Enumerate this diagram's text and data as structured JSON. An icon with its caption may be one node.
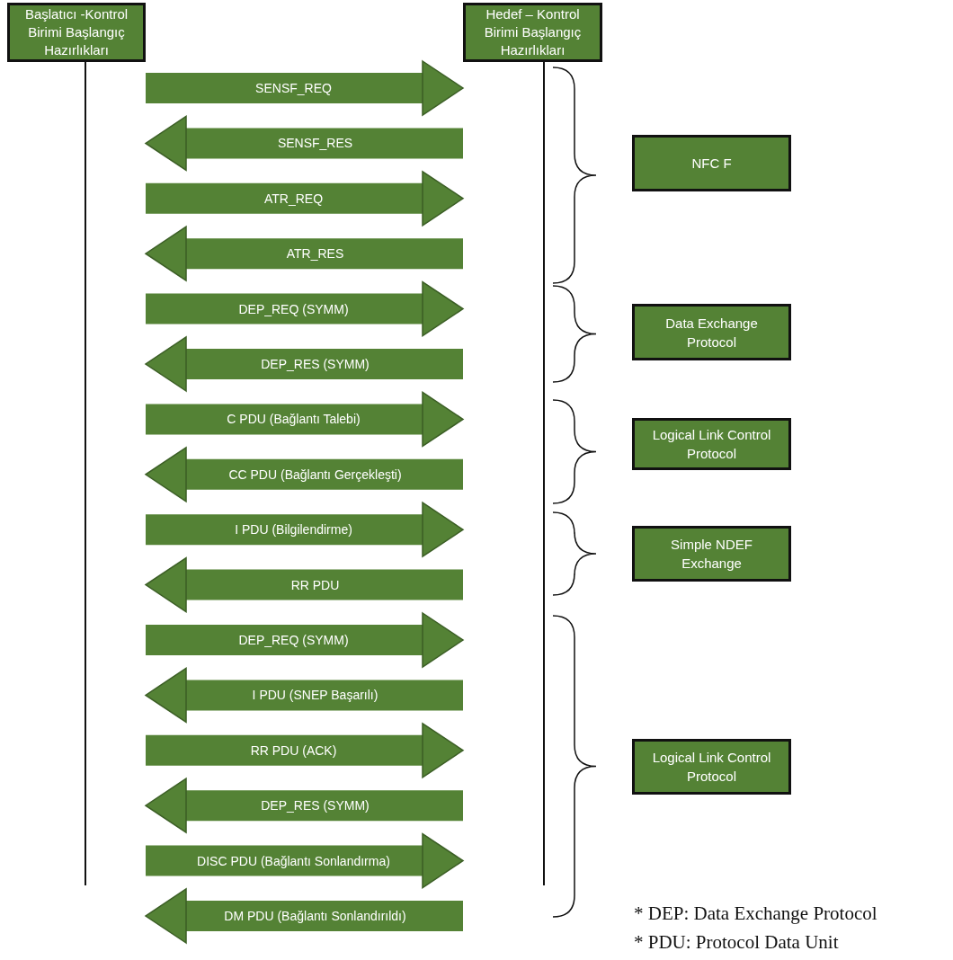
{
  "diagram": {
    "nodes": [
      {
        "text": [
          "Başlatıcı -Kontrol Birimi Başlangıç Hazırlıkları"
        ]
      },
      {
        "text": [
          "Hedef – Kontrol Birimi Başlangıç Hazırlıkları"
        ]
      },
      {
        "text": [
          "NFC F"
        ]
      },
      {
        "text": [
          "Data Exchange Protocol"
        ]
      },
      {
        "text": [
          "Logical Link Control Protocol"
        ]
      },
      {
        "text": [
          "Simple NDEF Exchange"
        ]
      },
      {
        "text": [
          "Logical Link Control Protocol"
        ]
      }
    ],
    "edges": [
      {
        "from": 0,
        "to": 1,
        "arrow": "to",
        "label": "SENSF_REQ"
      },
      {
        "from": 1,
        "to": 0,
        "arrow": "to",
        "label": "SENSF_RES"
      },
      {
        "from": 0,
        "to": 1,
        "arrow": "to",
        "label": "ATR_REQ"
      },
      {
        "from": 1,
        "to": 0,
        "arrow": "to",
        "label": "ATR_RES"
      },
      {
        "from": 0,
        "to": 1,
        "arrow": "to",
        "label": "DEP_REQ (SYMM)"
      },
      {
        "from": 1,
        "to": 0,
        "arrow": "to",
        "label": "DEP_RES (SYMM)"
      },
      {
        "from": 0,
        "to": 1,
        "arrow": "to",
        "label": "C PDU (Bağlantı Talebi)"
      },
      {
        "from": 1,
        "to": 0,
        "arrow": "to",
        "label": "CC PDU (Bağlantı Gerçekleşti)"
      },
      {
        "from": 0,
        "to": 1,
        "arrow": "to",
        "label": "I PDU (Bilgilendirme)"
      },
      {
        "from": 1,
        "to": 0,
        "arrow": "to",
        "label": "RR PDU"
      },
      {
        "from": 0,
        "to": 1,
        "arrow": "to",
        "label": "DEP_REQ (SYMM)"
      },
      {
        "from": 1,
        "to": 0,
        "arrow": "to",
        "label": "I PDU (SNEP Başarılı)"
      },
      {
        "from": 0,
        "to": 1,
        "arrow": "to",
        "label": "RR PDU (ACK)"
      },
      {
        "from": 1,
        "to": 0,
        "arrow": "to",
        "label": "DEP_RES (SYMM)"
      },
      {
        "from": 0,
        "to": 1,
        "arrow": "to",
        "label": "DISC PDU (Bağlantı Sonlandırma)"
      },
      {
        "from": 1,
        "to": 0,
        "arrow": "to",
        "label": "DM PDU (Bağlantı Sonlandırıldı)"
      }
    ],
    "labels": [
      "* DEP: Data Exchange Protocol",
      "* PDU: Protocol Data Unit"
    ]
  }
}
